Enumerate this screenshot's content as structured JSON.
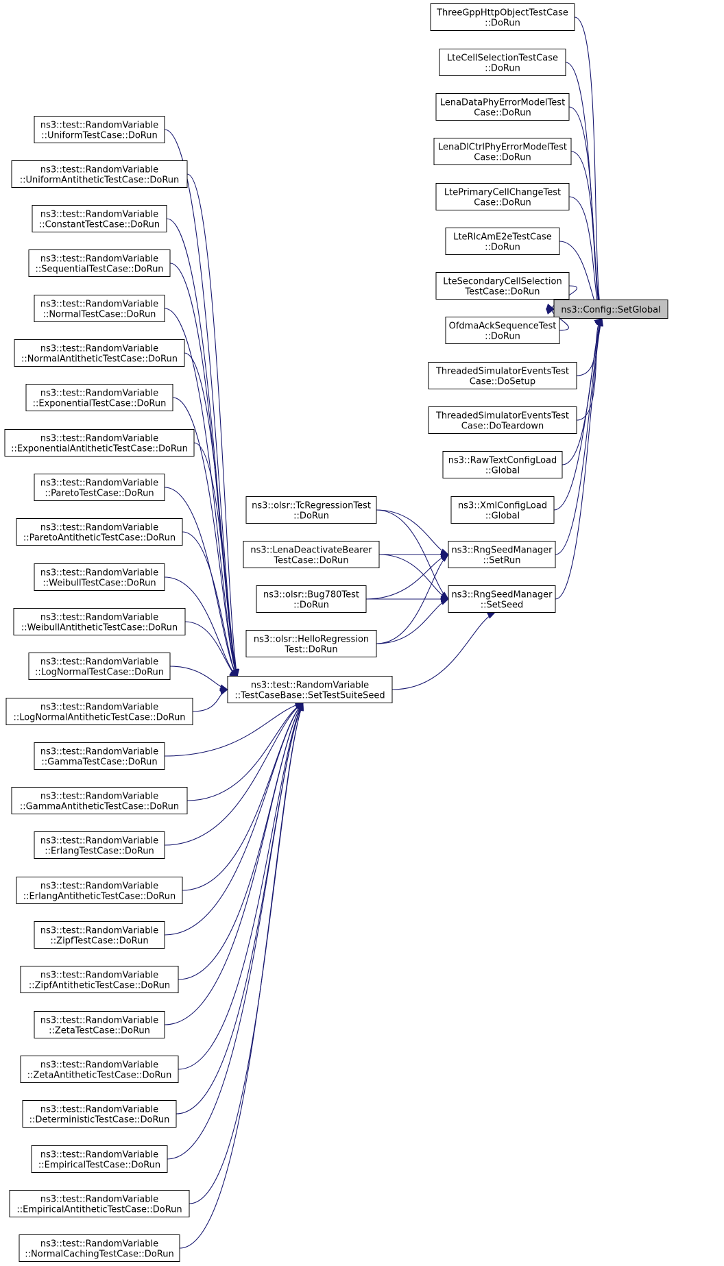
{
  "nodes": [
    {
      "id": "root",
      "lines": [
        "ns3::Config::SetGlobal"
      ]
    },
    {
      "id": "n1",
      "lines": [
        "ThreeGppHttpObjectTestCase",
        "::DoRun"
      ]
    },
    {
      "id": "n2",
      "lines": [
        "LteCellSelectionTestCase",
        "::DoRun"
      ]
    },
    {
      "id": "n3",
      "lines": [
        "LenaDataPhyErrorModelTest",
        "Case::DoRun"
      ]
    },
    {
      "id": "n4",
      "lines": [
        "LenaDlCtrlPhyErrorModelTest",
        "Case::DoRun"
      ]
    },
    {
      "id": "n5",
      "lines": [
        "LtePrimaryCellChangeTest",
        "Case::DoRun"
      ]
    },
    {
      "id": "n6",
      "lines": [
        "LteRlcAmE2eTestCase",
        "::DoRun"
      ]
    },
    {
      "id": "n7",
      "lines": [
        "LteSecondaryCellSelection",
        "TestCase::DoRun"
      ]
    },
    {
      "id": "n8",
      "lines": [
        "OfdmaAckSequenceTest",
        "::DoRun"
      ]
    },
    {
      "id": "n9",
      "lines": [
        "ThreadedSimulatorEventsTest",
        "Case::DoSetup"
      ]
    },
    {
      "id": "n10",
      "lines": [
        "ThreadedSimulatorEventsTest",
        "Case::DoTeardown"
      ]
    },
    {
      "id": "n11",
      "lines": [
        "ns3::RawTextConfigLoad",
        "::Global"
      ]
    },
    {
      "id": "n12",
      "lines": [
        "ns3::XmlConfigLoad",
        "::Global"
      ]
    },
    {
      "id": "setrun",
      "lines": [
        "ns3::RngSeedManager",
        "::SetRun"
      ]
    },
    {
      "id": "setseed",
      "lines": [
        "ns3::RngSeedManager",
        "::SetSeed"
      ]
    },
    {
      "id": "olsr_tc",
      "lines": [
        "ns3::olsr::TcRegressionTest",
        "::DoRun"
      ]
    },
    {
      "id": "lena_deact",
      "lines": [
        "ns3::LenaDeactivateBearer",
        "TestCase::DoRun"
      ]
    },
    {
      "id": "olsr_bug",
      "lines": [
        "ns3::olsr::Bug780Test",
        "::DoRun"
      ]
    },
    {
      "id": "olsr_hello",
      "lines": [
        "ns3::olsr::HelloRegression",
        "Test::DoRun"
      ]
    },
    {
      "id": "suiteseed",
      "lines": [
        "ns3::test::RandomVariable",
        "::TestCaseBase::SetTestSuiteSeed"
      ]
    },
    {
      "id": "rv1",
      "lines": [
        "ns3::test::RandomVariable",
        "::UniformTestCase::DoRun"
      ]
    },
    {
      "id": "rv2",
      "lines": [
        "ns3::test::RandomVariable",
        "::UniformAntitheticTestCase::DoRun"
      ]
    },
    {
      "id": "rv3",
      "lines": [
        "ns3::test::RandomVariable",
        "::ConstantTestCase::DoRun"
      ]
    },
    {
      "id": "rv4",
      "lines": [
        "ns3::test::RandomVariable",
        "::SequentialTestCase::DoRun"
      ]
    },
    {
      "id": "rv5",
      "lines": [
        "ns3::test::RandomVariable",
        "::NormalTestCase::DoRun"
      ]
    },
    {
      "id": "rv6",
      "lines": [
        "ns3::test::RandomVariable",
        "::NormalAntitheticTestCase::DoRun"
      ]
    },
    {
      "id": "rv7",
      "lines": [
        "ns3::test::RandomVariable",
        "::ExponentialTestCase::DoRun"
      ]
    },
    {
      "id": "rv8",
      "lines": [
        "ns3::test::RandomVariable",
        "::ExponentialAntitheticTestCase::DoRun"
      ]
    },
    {
      "id": "rv9",
      "lines": [
        "ns3::test::RandomVariable",
        "::ParetoTestCase::DoRun"
      ]
    },
    {
      "id": "rv10",
      "lines": [
        "ns3::test::RandomVariable",
        "::ParetoAntitheticTestCase::DoRun"
      ]
    },
    {
      "id": "rv11",
      "lines": [
        "ns3::test::RandomVariable",
        "::WeibullTestCase::DoRun"
      ]
    },
    {
      "id": "rv12",
      "lines": [
        "ns3::test::RandomVariable",
        "::WeibullAntitheticTestCase::DoRun"
      ]
    },
    {
      "id": "rv13",
      "lines": [
        "ns3::test::RandomVariable",
        "::LogNormalTestCase::DoRun"
      ]
    },
    {
      "id": "rv14",
      "lines": [
        "ns3::test::RandomVariable",
        "::LogNormalAntitheticTestCase::DoRun"
      ]
    },
    {
      "id": "rv15",
      "lines": [
        "ns3::test::RandomVariable",
        "::GammaTestCase::DoRun"
      ]
    },
    {
      "id": "rv16",
      "lines": [
        "ns3::test::RandomVariable",
        "::GammaAntitheticTestCase::DoRun"
      ]
    },
    {
      "id": "rv17",
      "lines": [
        "ns3::test::RandomVariable",
        "::ErlangTestCase::DoRun"
      ]
    },
    {
      "id": "rv18",
      "lines": [
        "ns3::test::RandomVariable",
        "::ErlangAntitheticTestCase::DoRun"
      ]
    },
    {
      "id": "rv19",
      "lines": [
        "ns3::test::RandomVariable",
        "::ZipfTestCase::DoRun"
      ]
    },
    {
      "id": "rv20",
      "lines": [
        "ns3::test::RandomVariable",
        "::ZipfAntitheticTestCase::DoRun"
      ]
    },
    {
      "id": "rv21",
      "lines": [
        "ns3::test::RandomVariable",
        "::ZetaTestCase::DoRun"
      ]
    },
    {
      "id": "rv22",
      "lines": [
        "ns3::test::RandomVariable",
        "::ZetaAntitheticTestCase::DoRun"
      ]
    },
    {
      "id": "rv23",
      "lines": [
        "ns3::test::RandomVariable",
        "::DeterministicTestCase::DoRun"
      ]
    },
    {
      "id": "rv24",
      "lines": [
        "ns3::test::RandomVariable",
        "::EmpiricalTestCase::DoRun"
      ]
    },
    {
      "id": "rv25",
      "lines": [
        "ns3::test::RandomVariable",
        "::EmpiricalAntitheticTestCase::DoRun"
      ]
    },
    {
      "id": "rv26",
      "lines": [
        "ns3::test::RandomVariable",
        "::NormalCachingTestCase::DoRun"
      ]
    }
  ],
  "edges": [
    {
      "from": "n1",
      "to": "root"
    },
    {
      "from": "n2",
      "to": "root"
    },
    {
      "from": "n3",
      "to": "root"
    },
    {
      "from": "n4",
      "to": "root"
    },
    {
      "from": "n5",
      "to": "root"
    },
    {
      "from": "n6",
      "to": "root"
    },
    {
      "from": "n7",
      "to": "root"
    },
    {
      "from": "n8",
      "to": "root"
    },
    {
      "from": "n9",
      "to": "root"
    },
    {
      "from": "n10",
      "to": "root"
    },
    {
      "from": "n11",
      "to": "root"
    },
    {
      "from": "n12",
      "to": "root"
    },
    {
      "from": "setrun",
      "to": "root"
    },
    {
      "from": "setseed",
      "to": "root"
    },
    {
      "from": "olsr_tc",
      "to": "setrun"
    },
    {
      "from": "lena_deact",
      "to": "setrun"
    },
    {
      "from": "olsr_bug",
      "to": "setrun"
    },
    {
      "from": "olsr_hello",
      "to": "setrun"
    },
    {
      "from": "olsr_tc",
      "to": "setseed"
    },
    {
      "from": "lena_deact",
      "to": "setseed"
    },
    {
      "from": "olsr_bug",
      "to": "setseed"
    },
    {
      "from": "olsr_hello",
      "to": "setseed"
    },
    {
      "from": "suiteseed",
      "to": "setseed"
    },
    {
      "from": "rv1",
      "to": "suiteseed"
    },
    {
      "from": "rv2",
      "to": "suiteseed"
    },
    {
      "from": "rv3",
      "to": "suiteseed"
    },
    {
      "from": "rv4",
      "to": "suiteseed"
    },
    {
      "from": "rv5",
      "to": "suiteseed"
    },
    {
      "from": "rv6",
      "to": "suiteseed"
    },
    {
      "from": "rv7",
      "to": "suiteseed"
    },
    {
      "from": "rv8",
      "to": "suiteseed"
    },
    {
      "from": "rv9",
      "to": "suiteseed"
    },
    {
      "from": "rv10",
      "to": "suiteseed"
    },
    {
      "from": "rv11",
      "to": "suiteseed"
    },
    {
      "from": "rv12",
      "to": "suiteseed"
    },
    {
      "from": "rv13",
      "to": "suiteseed"
    },
    {
      "from": "rv14",
      "to": "suiteseed"
    },
    {
      "from": "rv15",
      "to": "suiteseed"
    },
    {
      "from": "rv16",
      "to": "suiteseed"
    },
    {
      "from": "rv17",
      "to": "suiteseed"
    },
    {
      "from": "rv18",
      "to": "suiteseed"
    },
    {
      "from": "rv19",
      "to": "suiteseed"
    },
    {
      "from": "rv20",
      "to": "suiteseed"
    },
    {
      "from": "rv21",
      "to": "suiteseed"
    },
    {
      "from": "rv22",
      "to": "suiteseed"
    },
    {
      "from": "rv23",
      "to": "suiteseed"
    },
    {
      "from": "rv24",
      "to": "suiteseed"
    },
    {
      "from": "rv25",
      "to": "suiteseed"
    },
    {
      "from": "rv26",
      "to": "suiteseed"
    }
  ],
  "colors": {
    "edge": "#191970",
    "root_fill": "#bfbfbf",
    "node_border": "#000000"
  }
}
